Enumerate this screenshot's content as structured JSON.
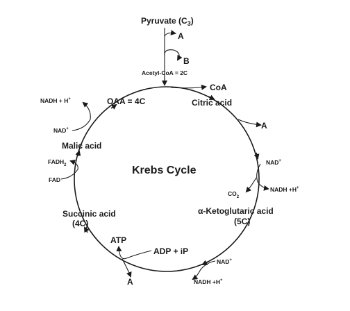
{
  "title": "Krebs Cycle",
  "top": {
    "pyruvate": "Pyruvate (C",
    "pyruvate_sub": "3",
    "pyruvate_close": ")",
    "a": "A",
    "b": "B",
    "acetyl": "Acetyl-CoA = 2C",
    "coa": "CoA"
  },
  "compounds": {
    "oaa": "OAA = 4C",
    "citric": "Citric acid",
    "malic": "Malic acid",
    "succinic": "Succinic acid",
    "succinic_c": "(4C)",
    "ketoglutaric": "α-Ketoglutaric acid",
    "ketoglutaric_c": "(5C)"
  },
  "cofactors": {
    "nadh_h_left": "NADH + H",
    "nad_left": "NAD",
    "fadh2": "FADH",
    "fadh2_sub": "2",
    "fad": "FAD",
    "a_right": "A",
    "nad_right": "NAD",
    "co2": "CO",
    "co2_sub": "2",
    "nadh_h_right": "NADH +H",
    "nad_bottom": "NAD",
    "nadh_h_bottom": "NADH +H",
    "adp": "ADP + iP",
    "atp": "ATP",
    "a_bottom": "A",
    "plus": "+"
  }
}
